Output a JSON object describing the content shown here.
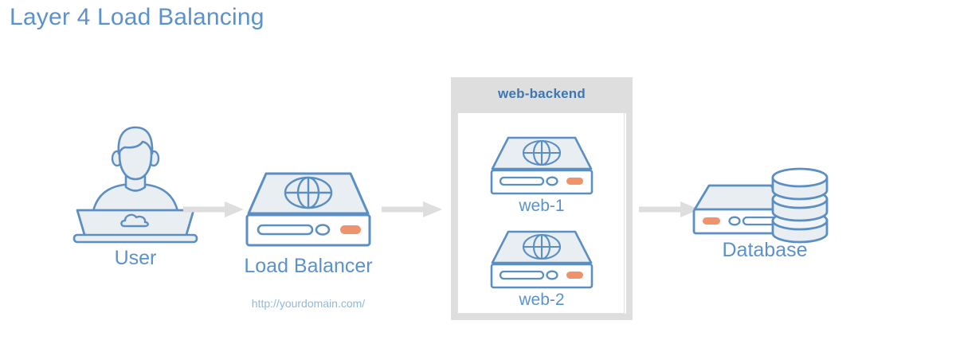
{
  "title": "Layer 4 Load Balancing",
  "theme": {
    "accent_blue": "#5b92cc",
    "outline_blue": "#5b8fc4",
    "icon_fill": "#e9eef2",
    "led_orange": "#f0926b",
    "group_header_gray": "#dedede",
    "arrow_gray": "#dedede",
    "sublabel_blue": "#8fb8e0"
  },
  "nodes": {
    "user": {
      "label": "User",
      "icon": "user-laptop-icon",
      "laptop_glyph": "cloud-icon"
    },
    "load_balancer": {
      "label": "Load Balancer",
      "sublabel": "http://yourdomain.com/",
      "icon": "server-globe-icon"
    },
    "database": {
      "label": "Database",
      "icon": "database-server-icon"
    }
  },
  "backend_group": {
    "name": "web-backend",
    "servers": [
      {
        "label": "web-1",
        "icon": "server-globe-icon"
      },
      {
        "label": "web-2",
        "icon": "server-globe-icon"
      }
    ]
  },
  "arrows": [
    {
      "name": "user-to-load-balancer",
      "from": "User",
      "to": "Load Balancer"
    },
    {
      "name": "load-balancer-to-web-backend",
      "from": "Load Balancer",
      "to": "web-backend"
    },
    {
      "name": "web-backend-to-database",
      "from": "web-backend",
      "to": "Database"
    }
  ]
}
